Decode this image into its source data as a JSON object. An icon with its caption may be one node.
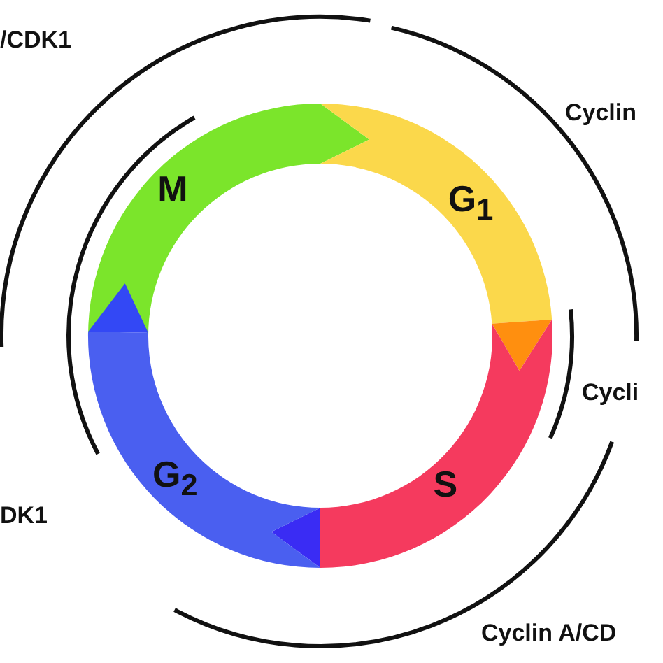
{
  "diagram": {
    "nodes": [
      {
        "text": [
          "M"
        ]
      },
      {
        "text": [
          "G$_{1}$"
        ]
      },
      {
        "text": [
          "S"
        ]
      },
      {
        "text": [
          "G$_{2}$"
        ]
      }
    ],
    "labels": [
      "/CDK1",
      "Cyclin",
      "Cycli",
      "DK1",
      "Cyclin A/CD"
    ]
  }
}
